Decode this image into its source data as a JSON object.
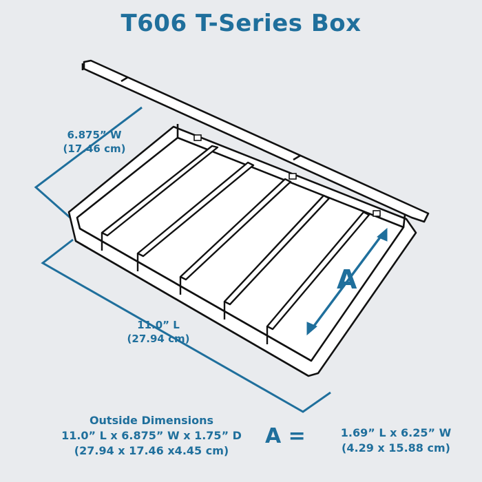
{
  "title": "T606 T-Series Box",
  "width_label": {
    "line1": "6.875” W",
    "line2": "(17.46 cm)"
  },
  "length_label": {
    "line1": "11.0” L",
    "line2": "(27.94 cm)"
  },
  "compartment_label": "A",
  "outside": {
    "heading": "Outside Dimensions",
    "imperial": "11.0” L x 6.875” W x 1.75” D",
    "metric": "(27.94 x 17.46 x4.45 cm)"
  },
  "compartment_equation": "A =",
  "compartment_dims": {
    "imperial": "1.69” L x 6.25” W",
    "metric": "(4.29 x 15.88 cm)"
  },
  "colors": {
    "accent": "#1f6f9c",
    "line": "#111111",
    "background": "#e9ebee",
    "box_fill": "#ffffff"
  }
}
